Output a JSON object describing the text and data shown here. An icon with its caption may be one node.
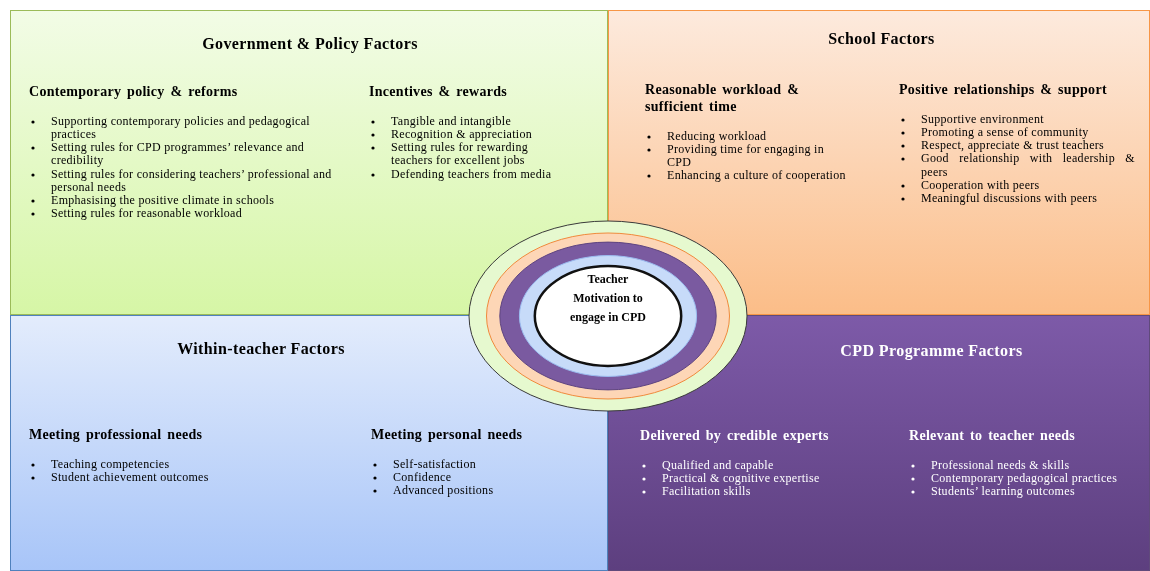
{
  "diagram": {
    "nodes": [
      {
        "text": [
          "Government & Policy Factors",
          "Contemporary policy & reforms",
          "Supporting contemporary policies and pedagogical practices",
          "Setting rules for CPD programmes’ relevance and credibility",
          "Setting rules for considering teachers’ professional and personal needs",
          "Emphasising the positive climate in schools",
          "Setting rules for reasonable workload",
          "Incentives & rewards",
          "Tangible and intangible",
          "Recognition & appreciation",
          "Setting rules for rewarding teachers for excellent jobs",
          "Defending teachers from media"
        ]
      },
      {
        "text": [
          "School Factors",
          "Reasonable workload & sufficient time",
          "Reducing workload",
          "Providing time for engaging in CPD",
          "Enhancing a culture of cooperation",
          "Positive relationships & support",
          "Supportive environment",
          "Promoting a sense of community",
          "Respect, appreciate & trust teachers",
          "Good relationship with leadership & peers",
          "Cooperation with peers",
          "Meaningful discussions with peers"
        ]
      },
      {
        "text": [
          "Teacher Motivation to engage in CPD"
        ]
      },
      {
        "text": [
          "Within-teacher Factors",
          "Meeting professional needs",
          "Teaching competencies",
          "Student achievement outcomes",
          "Meeting personal needs",
          "Self-satisfaction",
          "Confidence",
          "Advanced positions"
        ]
      },
      {
        "text": [
          "CPD Programme Factors",
          "Delivered by credible experts",
          "Qualified and capable",
          "Practical & cognitive expertise",
          "Facilitation skills",
          "Relevant to teacher needs",
          "Professional needs & skills",
          "Contemporary pedagogical practices",
          "Students’ learning outcomes"
        ]
      }
    ],
    "edges": []
  }
}
